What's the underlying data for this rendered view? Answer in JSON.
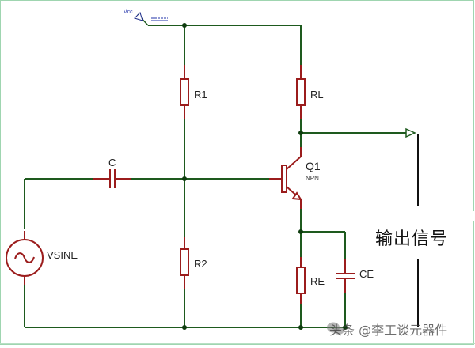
{
  "diagram": {
    "type": "circuit-schematic",
    "title": "Common-emitter NPN amplifier",
    "colors": {
      "wire": "#1e5a1e",
      "component": "#9b1c1c",
      "junction": "#0f3d0f",
      "output_line": "#111111",
      "vcc_label": "#2233aa",
      "frame": "#9fd5b0"
    },
    "supply": {
      "label": "Vcc",
      "symbol": "power-arrow"
    },
    "components": [
      {
        "id": "R1",
        "label": "R1",
        "kind": "resistor"
      },
      {
        "id": "RL",
        "label": "RL",
        "kind": "resistor"
      },
      {
        "id": "R2",
        "label": "R2",
        "kind": "resistor"
      },
      {
        "id": "RE",
        "label": "RE",
        "kind": "resistor"
      },
      {
        "id": "C",
        "label": "C",
        "kind": "capacitor"
      },
      {
        "id": "CE",
        "label": "CE",
        "kind": "capacitor"
      },
      {
        "id": "Q1",
        "label": "Q1",
        "sublabel": "NPN",
        "kind": "npn-transistor"
      },
      {
        "id": "VSINE",
        "label": "VSINE",
        "kind": "ac-source"
      }
    ],
    "output": {
      "label": "输出信号",
      "symbol": "output-arrow"
    },
    "watermark": "头条 @李工谈元器件"
  }
}
